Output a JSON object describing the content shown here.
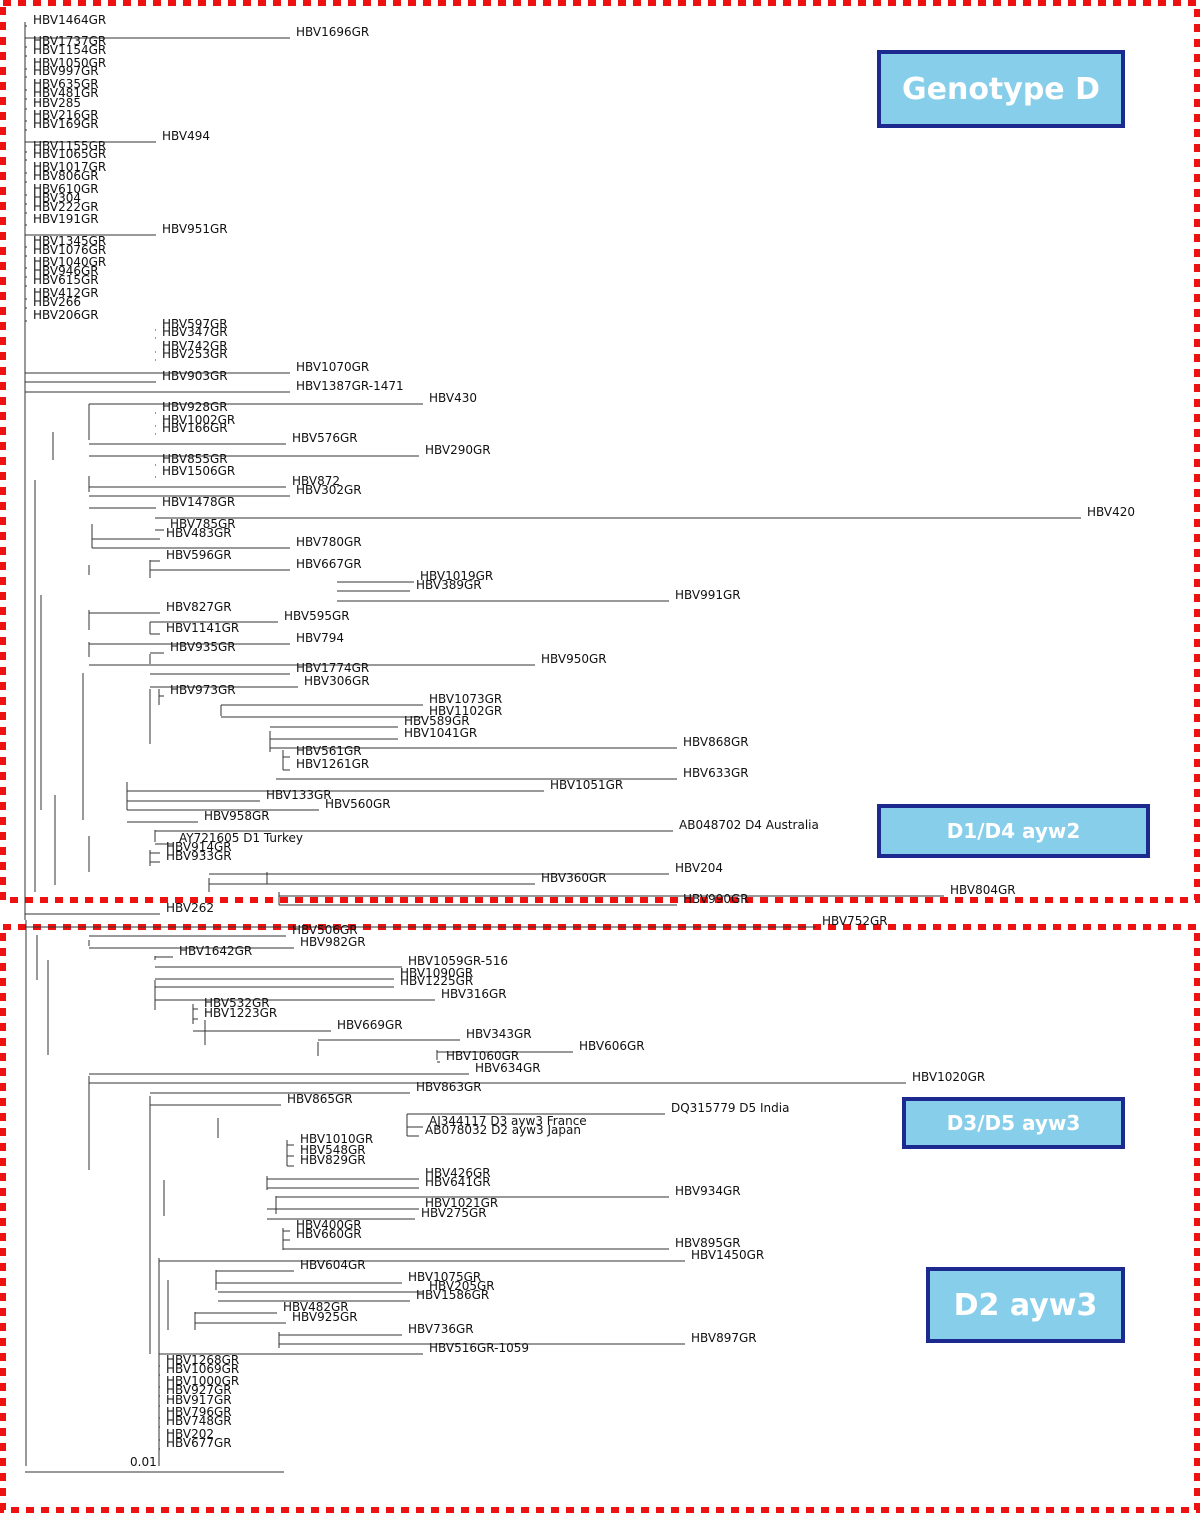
{
  "labels": {
    "genotype": "Genotype D",
    "d1d4": "D1/D4 ayw2",
    "d3d5": "D3/D5 ayw3",
    "d2": "D2 ayw3"
  },
  "scale_label": "0.01",
  "colors": {
    "border": "#ee1111",
    "box_fill": "#87CEEB",
    "box_border": "#1c2a8f"
  },
  "taxa": [
    "HBV1464GR",
    "HBV1696GR",
    "HBV1737GR",
    "HBV1154GR",
    "HBV1050GR",
    "HBV997GR",
    "HBV635GR",
    "HBV481GR",
    "HBV285",
    "HBV216GR",
    "HBV169GR",
    "HBV494",
    "HBV1155GR",
    "HBV1065GR",
    "HBV1017GR",
    "HBV806GR",
    "HBV610GR",
    "HBV304",
    "HBV222GR",
    "HBV191GR",
    "HBV951GR",
    "HBV1345GR",
    "HBV1076GR",
    "HBV1040GR",
    "HBV946GR",
    "HBV615GR",
    "HBV412GR",
    "HBV266",
    "HBV206GR",
    "HBV597GR",
    "HBV347GR",
    "HBV742GR",
    "HBV253GR",
    "HBV1070GR",
    "HBV903GR",
    "HBV1387GR-1471",
    "HBV430",
    "HBV928GR",
    "HBV1002GR",
    "HBV166GR",
    "HBV576GR",
    "HBV290GR",
    "HBV855GR",
    "HBV1506GR",
    "HBV872",
    "HBV302GR",
    "HBV1478GR",
    "HBV420",
    "HBV785GR",
    "HBV483GR",
    "HBV780GR",
    "HBV596GR",
    "HBV667GR",
    "HBV1019GR",
    "HBV389GR",
    "HBV991GR",
    "HBV827GR",
    "HBV595GR",
    "HBV1141GR",
    "HBV794",
    "HBV935GR",
    "HBV950GR",
    "HBV1774GR",
    "HBV306GR",
    "HBV973GR",
    "HBV1073GR",
    "HBV1102GR",
    "HBV589GR",
    "HBV1041GR",
    "HBV868GR",
    "HBV561GR",
    "HBV1261GR",
    "HBV633GR",
    "HBV1051GR",
    "HBV133GR",
    "HBV560GR",
    "HBV958GR",
    "AB048702 D4 Australia",
    "AY721605 D1 Turkey",
    "HBV914GR",
    "HBV933GR",
    "HBV204",
    "HBV360GR",
    "HBV804GR",
    "HBV990GR",
    "HBV262",
    "HBV752GR",
    "HBV506GR",
    "HBV982GR",
    "HBV1642GR",
    "HBV1059GR-516",
    "HBV1090GR",
    "HBV1225GR",
    "HBV316GR",
    "HBV532GR",
    "HBV1223GR",
    "HBV669GR",
    "HBV343GR",
    "HBV606GR",
    "HBV1060GR",
    "HBV634GR",
    "HBV1020GR",
    "HBV863GR",
    "HBV865GR",
    "DQ315779 D5 India",
    "AJ344117 D3 ayw3 France",
    "AB078032 D2 ayw3 Japan",
    "HBV1010GR",
    "HBV548GR",
    "HBV829GR",
    "HBV426GR",
    "HBV641GR",
    "HBV934GR",
    "HBV1021GR",
    "HBV275GR",
    "HBV400GR",
    "HBV660GR",
    "HBV895GR",
    "HBV1450GR",
    "HBV604GR",
    "HBV1075GR",
    "HBV205GR",
    "HBV1586GR",
    "HBV482GR",
    "HBV925GR",
    "HBV736GR",
    "HBV897GR",
    "HBV516GR-1059",
    "HBV1268GR",
    "HBV1069GR",
    "HBV1000GR",
    "HBV927GR",
    "HBV917GR",
    "HBV796GR",
    "HBV748GR",
    "HBV202",
    "HBV677GR"
  ]
}
